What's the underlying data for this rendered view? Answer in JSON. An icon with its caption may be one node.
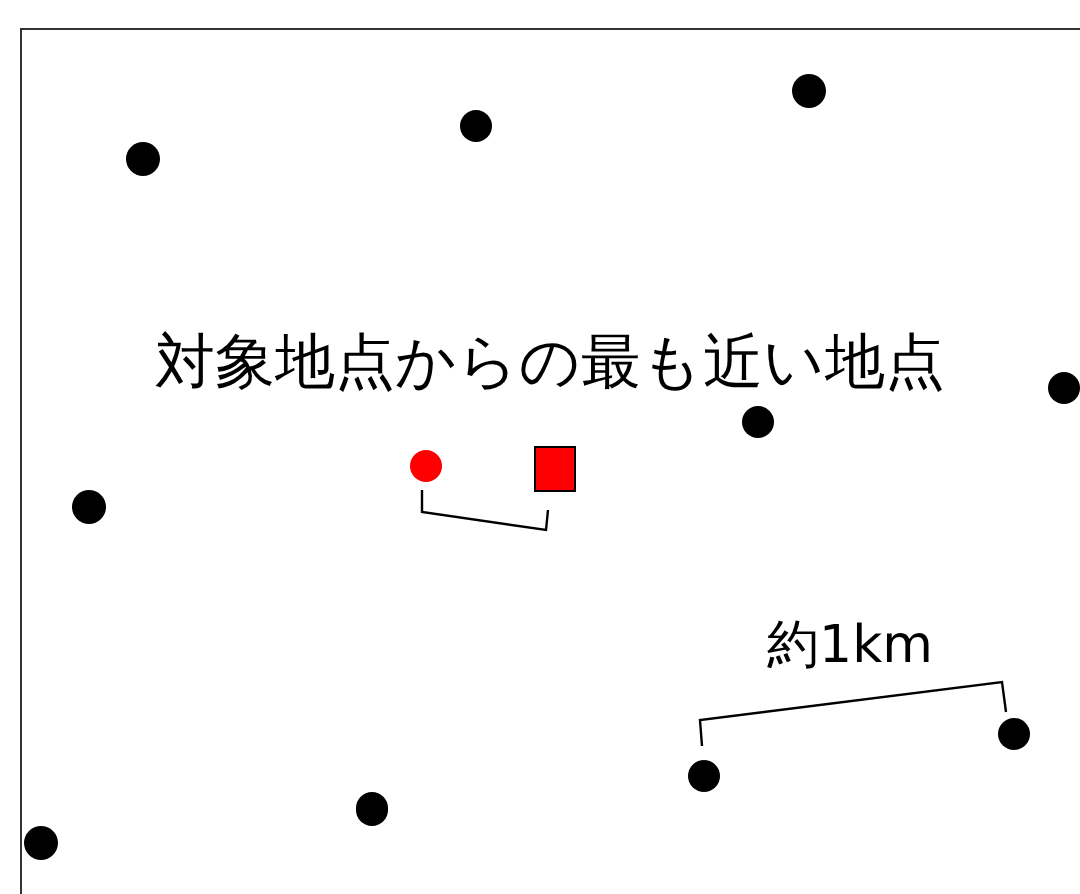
{
  "diagram": {
    "nodes": [
      {
        "text": [],
        "shape": "circle"
      },
      {
        "text": [],
        "shape": "circle"
      },
      {
        "text": [],
        "shape": "circle"
      },
      {
        "text": [],
        "shape": "circle"
      },
      {
        "text": [],
        "shape": "circle"
      },
      {
        "text": [],
        "shape": "circle"
      },
      {
        "text": [],
        "shape": "box"
      },
      {
        "text": [],
        "shape": "circle"
      },
      {
        "text": [],
        "shape": "circle"
      },
      {
        "text": [],
        "shape": "circle"
      },
      {
        "text": [],
        "shape": "circle"
      },
      {
        "text": [],
        "shape": "circle"
      }
    ],
    "labels": [
      "対象地点からの最も近い地点",
      "約1km"
    ]
  }
}
